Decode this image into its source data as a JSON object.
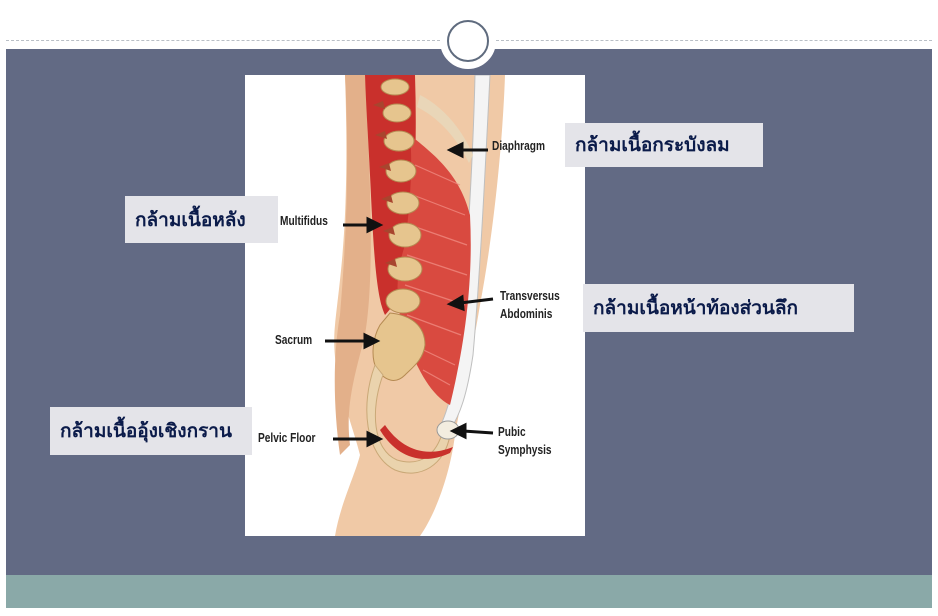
{
  "thai_labels": {
    "diaphragm": "กล้ามเนื้อกระบังลม",
    "back": "กล้ามเนื้อหลัง",
    "deep_abdominal": "กล้ามเนื้อหน้าท้องส่วนลึก",
    "pelvic_floor": "กล้ามเนื้ออุ้งเชิงกราน"
  },
  "figure_labels": {
    "diaphragm": "Diaphragm",
    "multifidus": "Multifidus",
    "transversus_1": "Transversus",
    "transversus_2": "Abdominis",
    "sacrum": "Sacrum",
    "pelvic_floor": "Pelvic Floor",
    "pubic_1": "Pubic",
    "pubic_2": "Symphysis"
  },
  "colors": {
    "panel": "#626a84",
    "bottom_band": "#8aa9a8",
    "label_bg": "#e4e4e9",
    "label_text": "#0b1b4a",
    "muscle": "#d23a34",
    "bone": "#e6c58e",
    "skin": "#f0c9a6"
  }
}
